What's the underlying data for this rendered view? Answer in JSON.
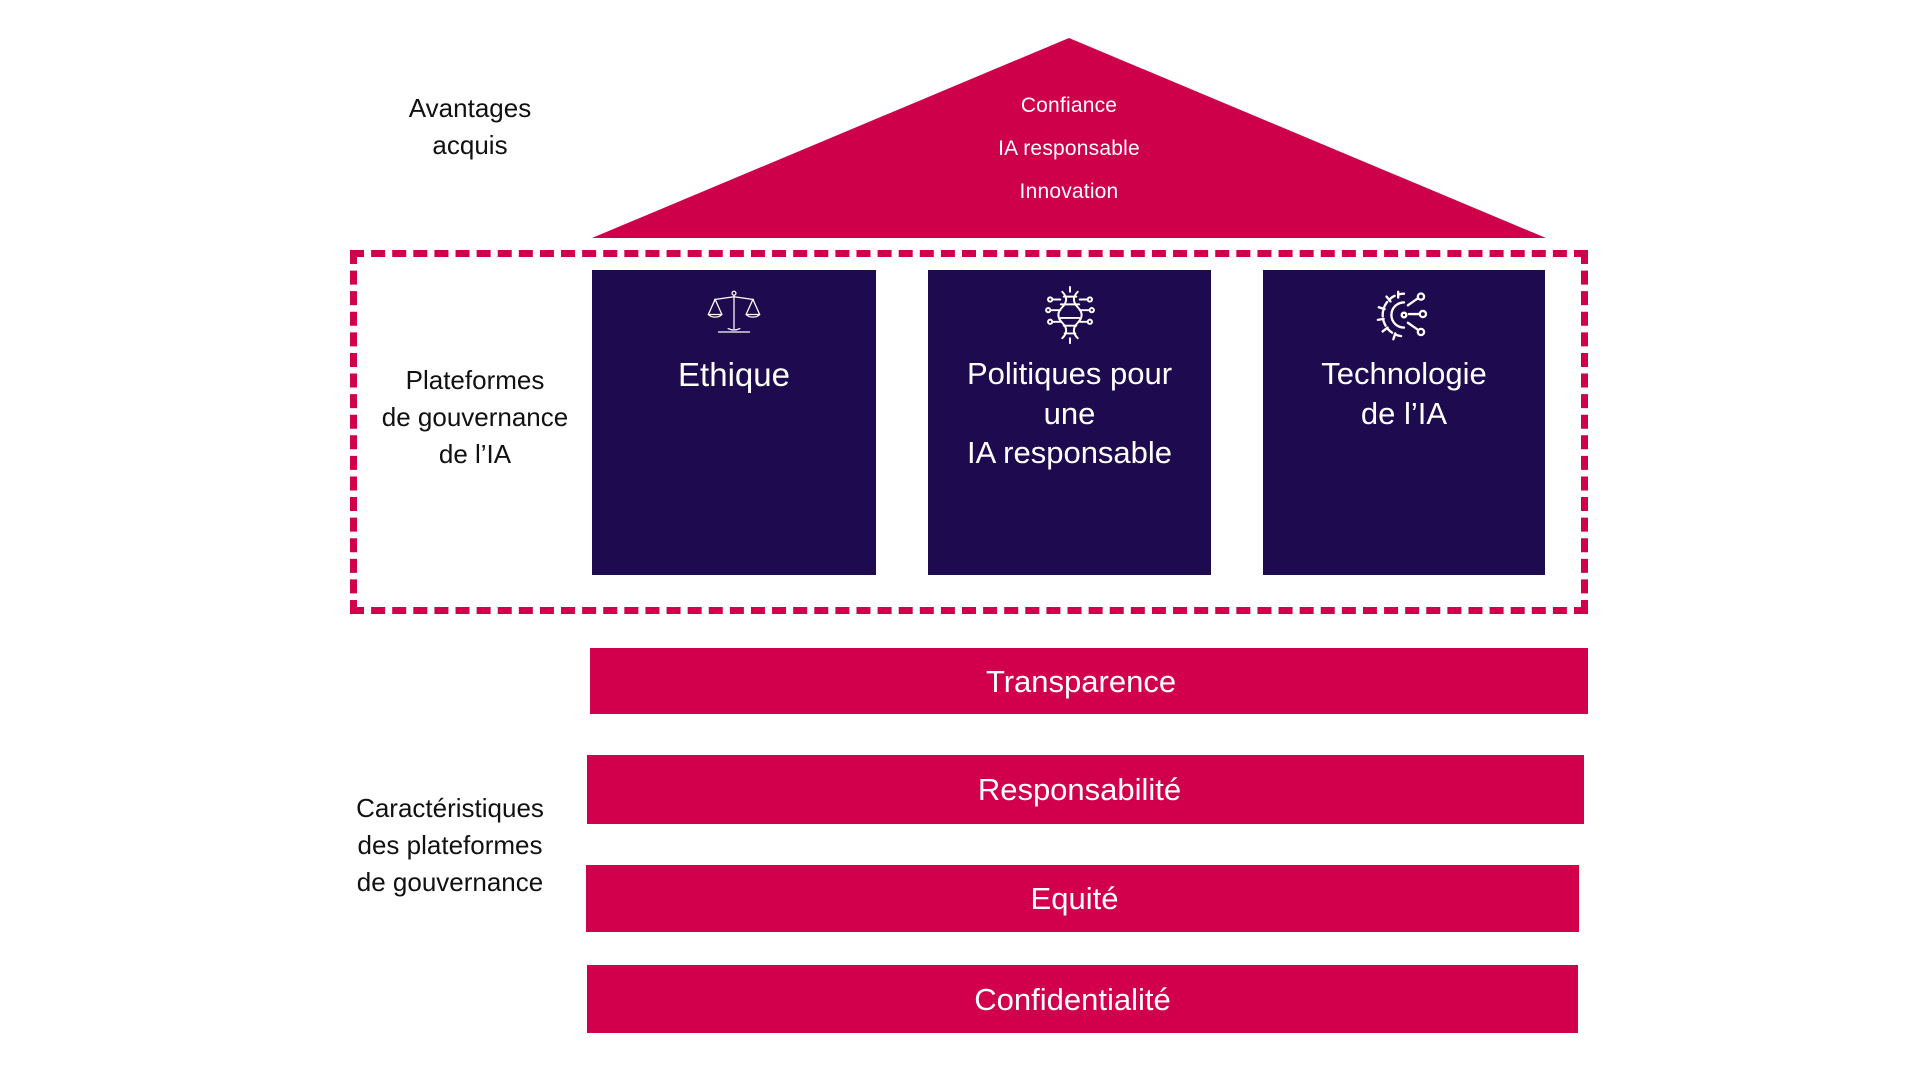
{
  "colors": {
    "crimson": "#D2004C",
    "roof_crimson": "#CE0049",
    "navy": "#1E0A4E",
    "white": "#FFFFFF",
    "text_dark": "#111111",
    "background": "#FFFFFF"
  },
  "roof": {
    "lines": [
      "Confiance",
      "IA responsable",
      "Innovation"
    ]
  },
  "labels": {
    "benefits": "Avantages\nacquis",
    "platforms": "Plateformes\nde gouvernance\nde l’IA",
    "features": "Caractéristiques\ndes plateformes\nde gouvernance"
  },
  "pillars": [
    {
      "title": "Ethique",
      "icon": "scales-of-justice-icon"
    },
    {
      "title": "Politiques pour\nune\nIA responsable",
      "icon": "dna-circuit-icon"
    },
    {
      "title": "Technologie\nde l’IA",
      "icon": "gear-circuit-icon"
    }
  ],
  "foundation_bars": [
    {
      "label": "Transparence"
    },
    {
      "label": "Responsabilité"
    },
    {
      "label": "Equité"
    },
    {
      "label": "Confidentialité"
    }
  ]
}
